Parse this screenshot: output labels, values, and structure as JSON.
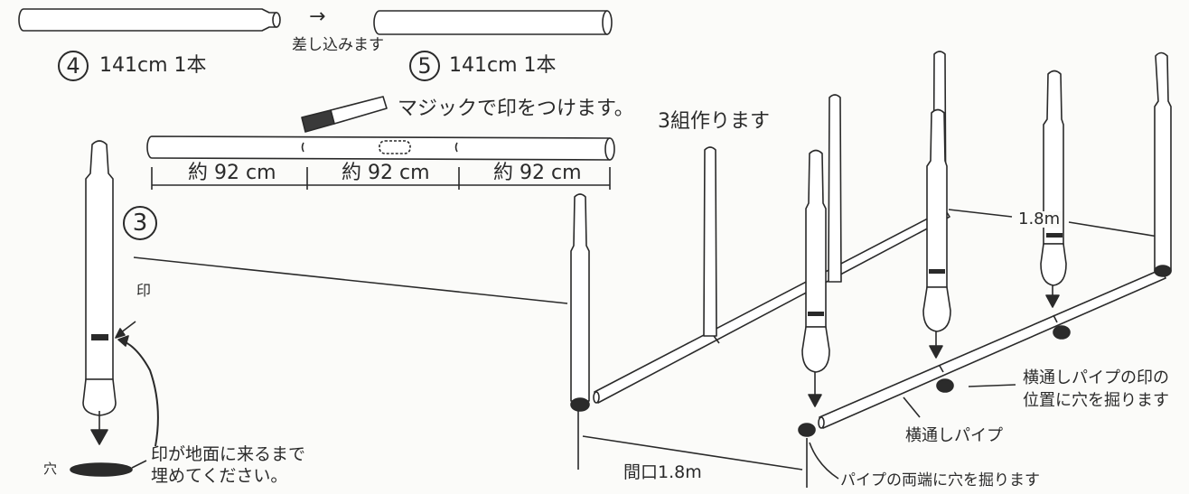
{
  "step4": {
    "num": "4",
    "spec": "141cm 1本"
  },
  "insert": {
    "arrow": "→",
    "text": "差し込みます"
  },
  "step5": {
    "num": "5",
    "spec": "141cm 1本"
  },
  "marker": {
    "text": "マジックで印をつけます。"
  },
  "make3": {
    "text": "3組作ります"
  },
  "segments": [
    "約 92 cm",
    "約 92 cm",
    "約 92 cm"
  ],
  "step3": {
    "num": "3",
    "mark_label": "印"
  },
  "hole": {
    "label": "穴",
    "instruction_1": "印が地面に来るまで",
    "instruction_2": "埋めてください。"
  },
  "dims": {
    "depth": "1.8m",
    "frontage": "間口1.8m"
  },
  "cross_pipe": {
    "label": "横通しパイプ",
    "note_1": "横通しパイプの印の",
    "note_2": "位置に穴を掘ります"
  },
  "pipe_ends_note": "パイプの両端に穴を掘ります",
  "colors": {
    "ink": "#2a2a2a",
    "paper": "#fbfbf9",
    "hole": "#2b2b2b"
  }
}
